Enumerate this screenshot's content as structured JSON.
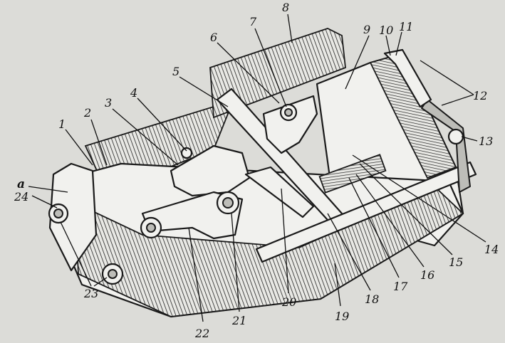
{
  "diagram": {
    "callouts": [
      {
        "id": "1",
        "label": "1"
      },
      {
        "id": "2",
        "label": "2"
      },
      {
        "id": "3",
        "label": "3"
      },
      {
        "id": "4",
        "label": "4"
      },
      {
        "id": "5",
        "label": "5"
      },
      {
        "id": "6",
        "label": "6"
      },
      {
        "id": "7",
        "label": "7"
      },
      {
        "id": "8",
        "label": "8"
      },
      {
        "id": "9",
        "label": "9"
      },
      {
        "id": "10",
        "label": "10"
      },
      {
        "id": "11",
        "label": "11"
      },
      {
        "id": "12",
        "label": "12"
      },
      {
        "id": "13",
        "label": "13"
      },
      {
        "id": "14",
        "label": "14"
      },
      {
        "id": "15",
        "label": "15"
      },
      {
        "id": "16",
        "label": "16"
      },
      {
        "id": "17",
        "label": "17"
      },
      {
        "id": "18",
        "label": "18"
      },
      {
        "id": "19",
        "label": "19"
      },
      {
        "id": "20",
        "label": "20"
      },
      {
        "id": "21",
        "label": "21"
      },
      {
        "id": "22",
        "label": "22"
      },
      {
        "id": "23",
        "label": "23"
      },
      {
        "id": "24",
        "label": "24"
      },
      {
        "id": "a",
        "label": "а"
      }
    ],
    "colors": {
      "background": "#dcdcd8",
      "ink": "#1a1a1a",
      "metal": "#f1f1ee",
      "shade": "#bdbdb8"
    }
  }
}
